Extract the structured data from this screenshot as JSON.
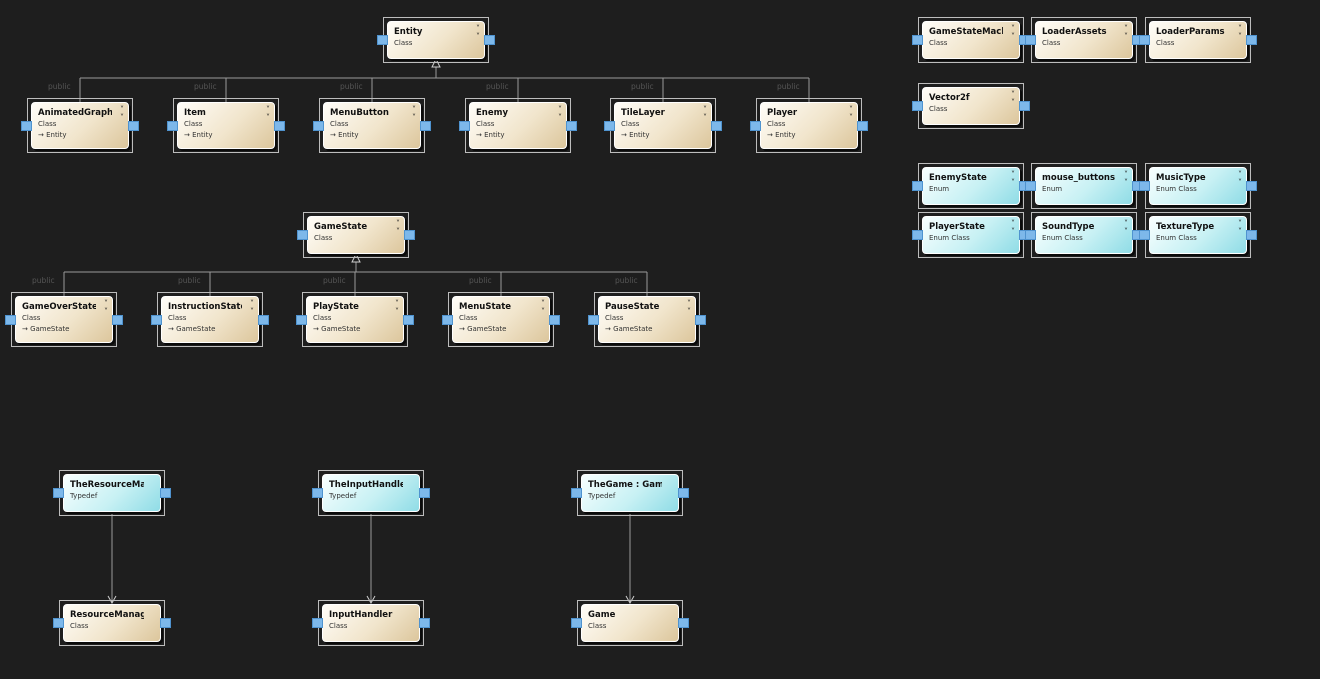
{
  "nodes": [
    {
      "id": "entity",
      "name": "Entity",
      "kind": "Class",
      "base": "",
      "style": "class",
      "chevron": "double-chevron-down-icon"
    },
    {
      "id": "animatedgraphic",
      "name": "AnimatedGraphic",
      "kind": "Class",
      "base": "Entity",
      "style": "class",
      "chevron": "double-chevron-down-icon"
    },
    {
      "id": "item",
      "name": "Item",
      "kind": "Class",
      "base": "Entity",
      "style": "class",
      "chevron": "double-chevron-down-icon"
    },
    {
      "id": "menubutton",
      "name": "MenuButton",
      "kind": "Class",
      "base": "Entity",
      "style": "class",
      "chevron": "double-chevron-down-icon"
    },
    {
      "id": "enemy",
      "name": "Enemy",
      "kind": "Class",
      "base": "Entity",
      "style": "class",
      "chevron": "double-chevron-down-icon"
    },
    {
      "id": "tilelayer",
      "name": "TileLayer",
      "kind": "Class",
      "base": "Entity",
      "style": "class",
      "chevron": "double-chevron-down-icon"
    },
    {
      "id": "player",
      "name": "Player",
      "kind": "Class",
      "base": "Entity",
      "style": "class",
      "chevron": "double-chevron-down-icon"
    },
    {
      "id": "gamestate",
      "name": "GameState",
      "kind": "Class",
      "base": "",
      "style": "class",
      "chevron": "double-chevron-down-icon"
    },
    {
      "id": "gameoverstate",
      "name": "GameOverState",
      "kind": "Class",
      "base": "GameState",
      "style": "class",
      "chevron": "double-chevron-down-icon"
    },
    {
      "id": "instructionstate",
      "name": "InstructionState",
      "kind": "Class",
      "base": "GameState",
      "style": "class",
      "chevron": "double-chevron-down-icon"
    },
    {
      "id": "playstate",
      "name": "PlayState",
      "kind": "Class",
      "base": "GameState",
      "style": "class",
      "chevron": "double-chevron-down-icon"
    },
    {
      "id": "menustate",
      "name": "MenuState",
      "kind": "Class",
      "base": "GameState",
      "style": "class",
      "chevron": "double-chevron-down-icon"
    },
    {
      "id": "pausestate",
      "name": "PauseState",
      "kind": "Class",
      "base": "GameState",
      "style": "class",
      "chevron": "double-chevron-down-icon"
    },
    {
      "id": "gamestatemach",
      "name": "GameStateMach...",
      "kind": "Class",
      "base": "",
      "style": "class",
      "chevron": "double-chevron-down-icon"
    },
    {
      "id": "loaderassets",
      "name": "LoaderAssets",
      "kind": "Class",
      "base": "",
      "style": "class",
      "chevron": "double-chevron-down-icon"
    },
    {
      "id": "loaderparams",
      "name": "LoaderParams",
      "kind": "Class",
      "base": "",
      "style": "class",
      "chevron": "double-chevron-down-icon"
    },
    {
      "id": "vector2f",
      "name": "Vector2f",
      "kind": "Class",
      "base": "",
      "style": "class",
      "chevron": "double-chevron-down-icon"
    },
    {
      "id": "enemystate",
      "name": "EnemyState",
      "kind": "Enum",
      "base": "",
      "style": "enum",
      "chevron": "double-chevron-down-icon"
    },
    {
      "id": "mousebuttons",
      "name": "mouse_buttons",
      "kind": "Enum",
      "base": "",
      "style": "enum",
      "chevron": "double-chevron-down-icon"
    },
    {
      "id": "musictype",
      "name": "MusicType",
      "kind": "Enum Class",
      "base": "",
      "style": "enum",
      "chevron": "double-chevron-down-icon"
    },
    {
      "id": "playerstate",
      "name": "PlayerState",
      "kind": "Enum Class",
      "base": "",
      "style": "enum",
      "chevron": "double-chevron-down-icon"
    },
    {
      "id": "soundtype",
      "name": "SoundType",
      "kind": "Enum Class",
      "base": "",
      "style": "enum",
      "chevron": "double-chevron-down-icon"
    },
    {
      "id": "texturetype",
      "name": "TextureType",
      "kind": "Enum Class",
      "base": "",
      "style": "enum",
      "chevron": "double-chevron-down-icon"
    },
    {
      "id": "theresourcema",
      "name": "TheResourceMa...",
      "kind": "Typedef",
      "base": "",
      "style": "typedef",
      "chevron": ""
    },
    {
      "id": "theinputhandle",
      "name": "TheInputHandle...",
      "kind": "Typedef",
      "base": "",
      "style": "typedef",
      "chevron": ""
    },
    {
      "id": "thegame",
      "name": "TheGame : Game",
      "kind": "Typedef",
      "base": "",
      "style": "typedef",
      "chevron": ""
    },
    {
      "id": "resourcemanager",
      "name": "ResourceManager",
      "kind": "Class",
      "base": "",
      "style": "class",
      "chevron": ""
    },
    {
      "id": "inputhandler",
      "name": "InputHandler",
      "kind": "Class",
      "base": "",
      "style": "class",
      "chevron": ""
    },
    {
      "id": "game",
      "name": "Game",
      "kind": "Class",
      "base": "",
      "style": "class",
      "chevron": ""
    }
  ],
  "inheritance": [
    {
      "parent": "entity",
      "children": [
        "animatedgraphic",
        "item",
        "menubutton",
        "enemy",
        "tilelayer",
        "player"
      ],
      "label": "public"
    },
    {
      "parent": "gamestate",
      "children": [
        "gameoverstate",
        "instructionstate",
        "playstate",
        "menustate",
        "pausestate"
      ],
      "label": "public"
    }
  ],
  "associations": [
    {
      "from": "theresourcema",
      "to": "resourcemanager"
    },
    {
      "from": "theinputhandle",
      "to": "inputhandler"
    },
    {
      "from": "thegame",
      "to": "game"
    }
  ],
  "colors": {
    "background": "#1e1e1e",
    "connector": "#7db8ea",
    "line": "#9a9a9a"
  },
  "icons": {
    "inherit_arrow": "inherit-arrow-icon",
    "collapse": "double-chevron-down-icon"
  }
}
